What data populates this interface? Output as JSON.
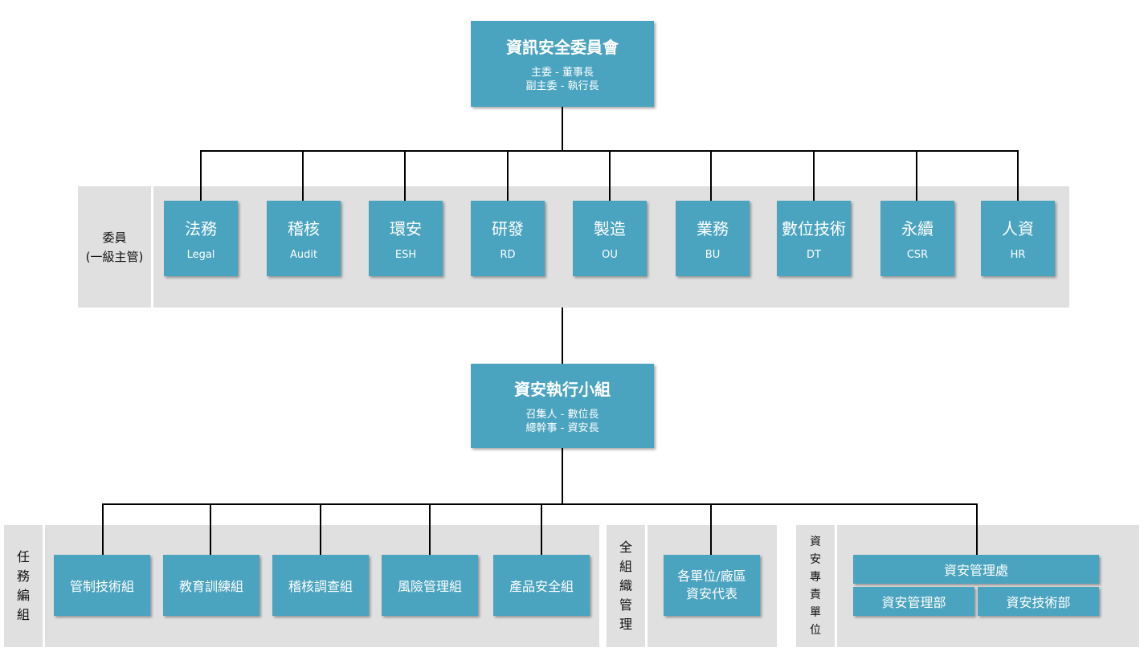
{
  "committee": {
    "title": "資訊安全委員會",
    "chair": "主委 - 董事長",
    "vice_chair": "副主委 - 執行長"
  },
  "members_section": {
    "label_line1": "委員",
    "label_line2": "(一級主管)",
    "members": [
      {
        "zh": "法務",
        "en": "Legal"
      },
      {
        "zh": "稽核",
        "en": "Audit"
      },
      {
        "zh": "環安",
        "en": "ESH"
      },
      {
        "zh": "研發",
        "en": "RD"
      },
      {
        "zh": "製造",
        "en": "OU"
      },
      {
        "zh": "業務",
        "en": "BU"
      },
      {
        "zh": "數位技術",
        "en": "DT"
      },
      {
        "zh": "永續",
        "en": "CSR"
      },
      {
        "zh": "人資",
        "en": "HR"
      }
    ]
  },
  "exec_team": {
    "title": "資安執行小組",
    "convener": "召集人 - 數位長",
    "secretary": "總幹事 - 資安長"
  },
  "task_groups": {
    "label_chars": [
      "任",
      "務",
      "編",
      "組"
    ],
    "groups": [
      "管制技術組",
      "教育訓練組",
      "稽核調查組",
      "風險管理組",
      "產品安全組"
    ]
  },
  "org_management": {
    "label_chars": [
      "全",
      "組",
      "織",
      "管",
      "理"
    ],
    "rep_line1": "各單位/廠區",
    "rep_line2": "資安代表"
  },
  "security_unit": {
    "label_chars": [
      "資",
      "安",
      "專",
      "責",
      "單",
      "位"
    ],
    "office": "資安管理處",
    "dept_mgmt": "資安管理部",
    "dept_tech": "資安技術部"
  },
  "colors": {
    "box": "#4aa3bf",
    "panel": "#e0e0e0",
    "text_on_box": "#ffffff"
  }
}
